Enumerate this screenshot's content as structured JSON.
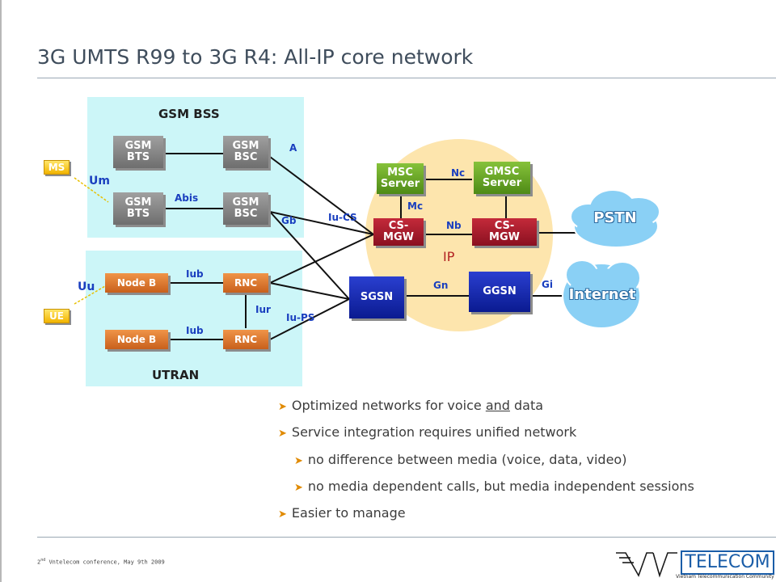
{
  "slide": {
    "title": "3G UMTS R99 to 3G R4: All-IP core network",
    "footer_num": "2",
    "footer_sup": "nd",
    "footer_rest": " Vntelecom conference, May 9th 2009"
  },
  "regions": {
    "gsm_bss": "GSM BSS",
    "utran": "UTRAN",
    "ip": "IP"
  },
  "nodes": {
    "ms": "MS",
    "ue": "UE",
    "gsm_bts_1": "GSM\nBTS",
    "gsm_bsc_1": "GSM\nBSC",
    "gsm_bts_2": "GSM\nBTS",
    "gsm_bsc_2": "GSM\nBSC",
    "node_b_1": "Node B",
    "node_b_2": "Node B",
    "rnc_1": "RNC",
    "rnc_2": "RNC",
    "msc_server": "MSC\nServer",
    "gmsc_server": "GMSC\nServer",
    "cs_mgw_1": "CS-\nMGW",
    "cs_mgw_2": "CS-\nMGW",
    "sgsn": "SGSN",
    "ggsn": "GGSN",
    "pstn": "PSTN",
    "internet": "Internet"
  },
  "interfaces": {
    "um": "Um",
    "uu": "Uu",
    "abis": "Abis",
    "a": "A",
    "gb": "Gb",
    "iu_cs": "Iu-CS",
    "iu_ps": "Iu-PS",
    "iub_1": "Iub",
    "iub_2": "Iub",
    "iur": "Iur",
    "nc": "Nc",
    "mc": "Mc",
    "nb": "Nb",
    "gn": "Gn",
    "gi": "Gi"
  },
  "bullets": {
    "b1_pre": "Optimized networks for voice ",
    "b1_and": "and",
    "b1_post": " data",
    "b2": "Service integration requires unified network",
    "b3": "no difference between media (voice, data, video)",
    "b4": "no media dependent calls, but media independent sessions",
    "b5": "Easier to manage"
  },
  "logo": {
    "name": "TELECOM",
    "tagline": "Vietnam Telecommunication Community"
  },
  "colors": {
    "region_fill": "#ccf6f8",
    "ip_fill": "#fde5ad",
    "interface_text": "#1a3fbf",
    "bullet_marker": "#e08a00"
  }
}
